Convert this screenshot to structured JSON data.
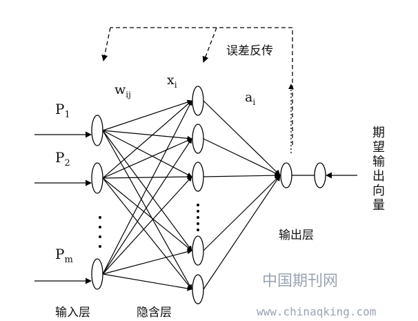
{
  "inputs": [
    {
      "base": "P",
      "sub": "1"
    },
    {
      "base": "P",
      "sub": "2"
    },
    {
      "base": "P",
      "sub": "m"
    }
  ],
  "weight_label": {
    "base": "w",
    "sub": "ij"
  },
  "hidden_label": {
    "base": "x",
    "sub": "i"
  },
  "output_weight_label": {
    "base": "a",
    "sub": "i"
  },
  "feedback_label": "误差反传",
  "input_layer_label": "输入层",
  "hidden_layer_label": "隐含层",
  "output_layer_label": "输出层",
  "target_label": "期望输出向量",
  "watermark": {
    "title": "中国期刊网",
    "url": "www.chinaqking.com"
  }
}
